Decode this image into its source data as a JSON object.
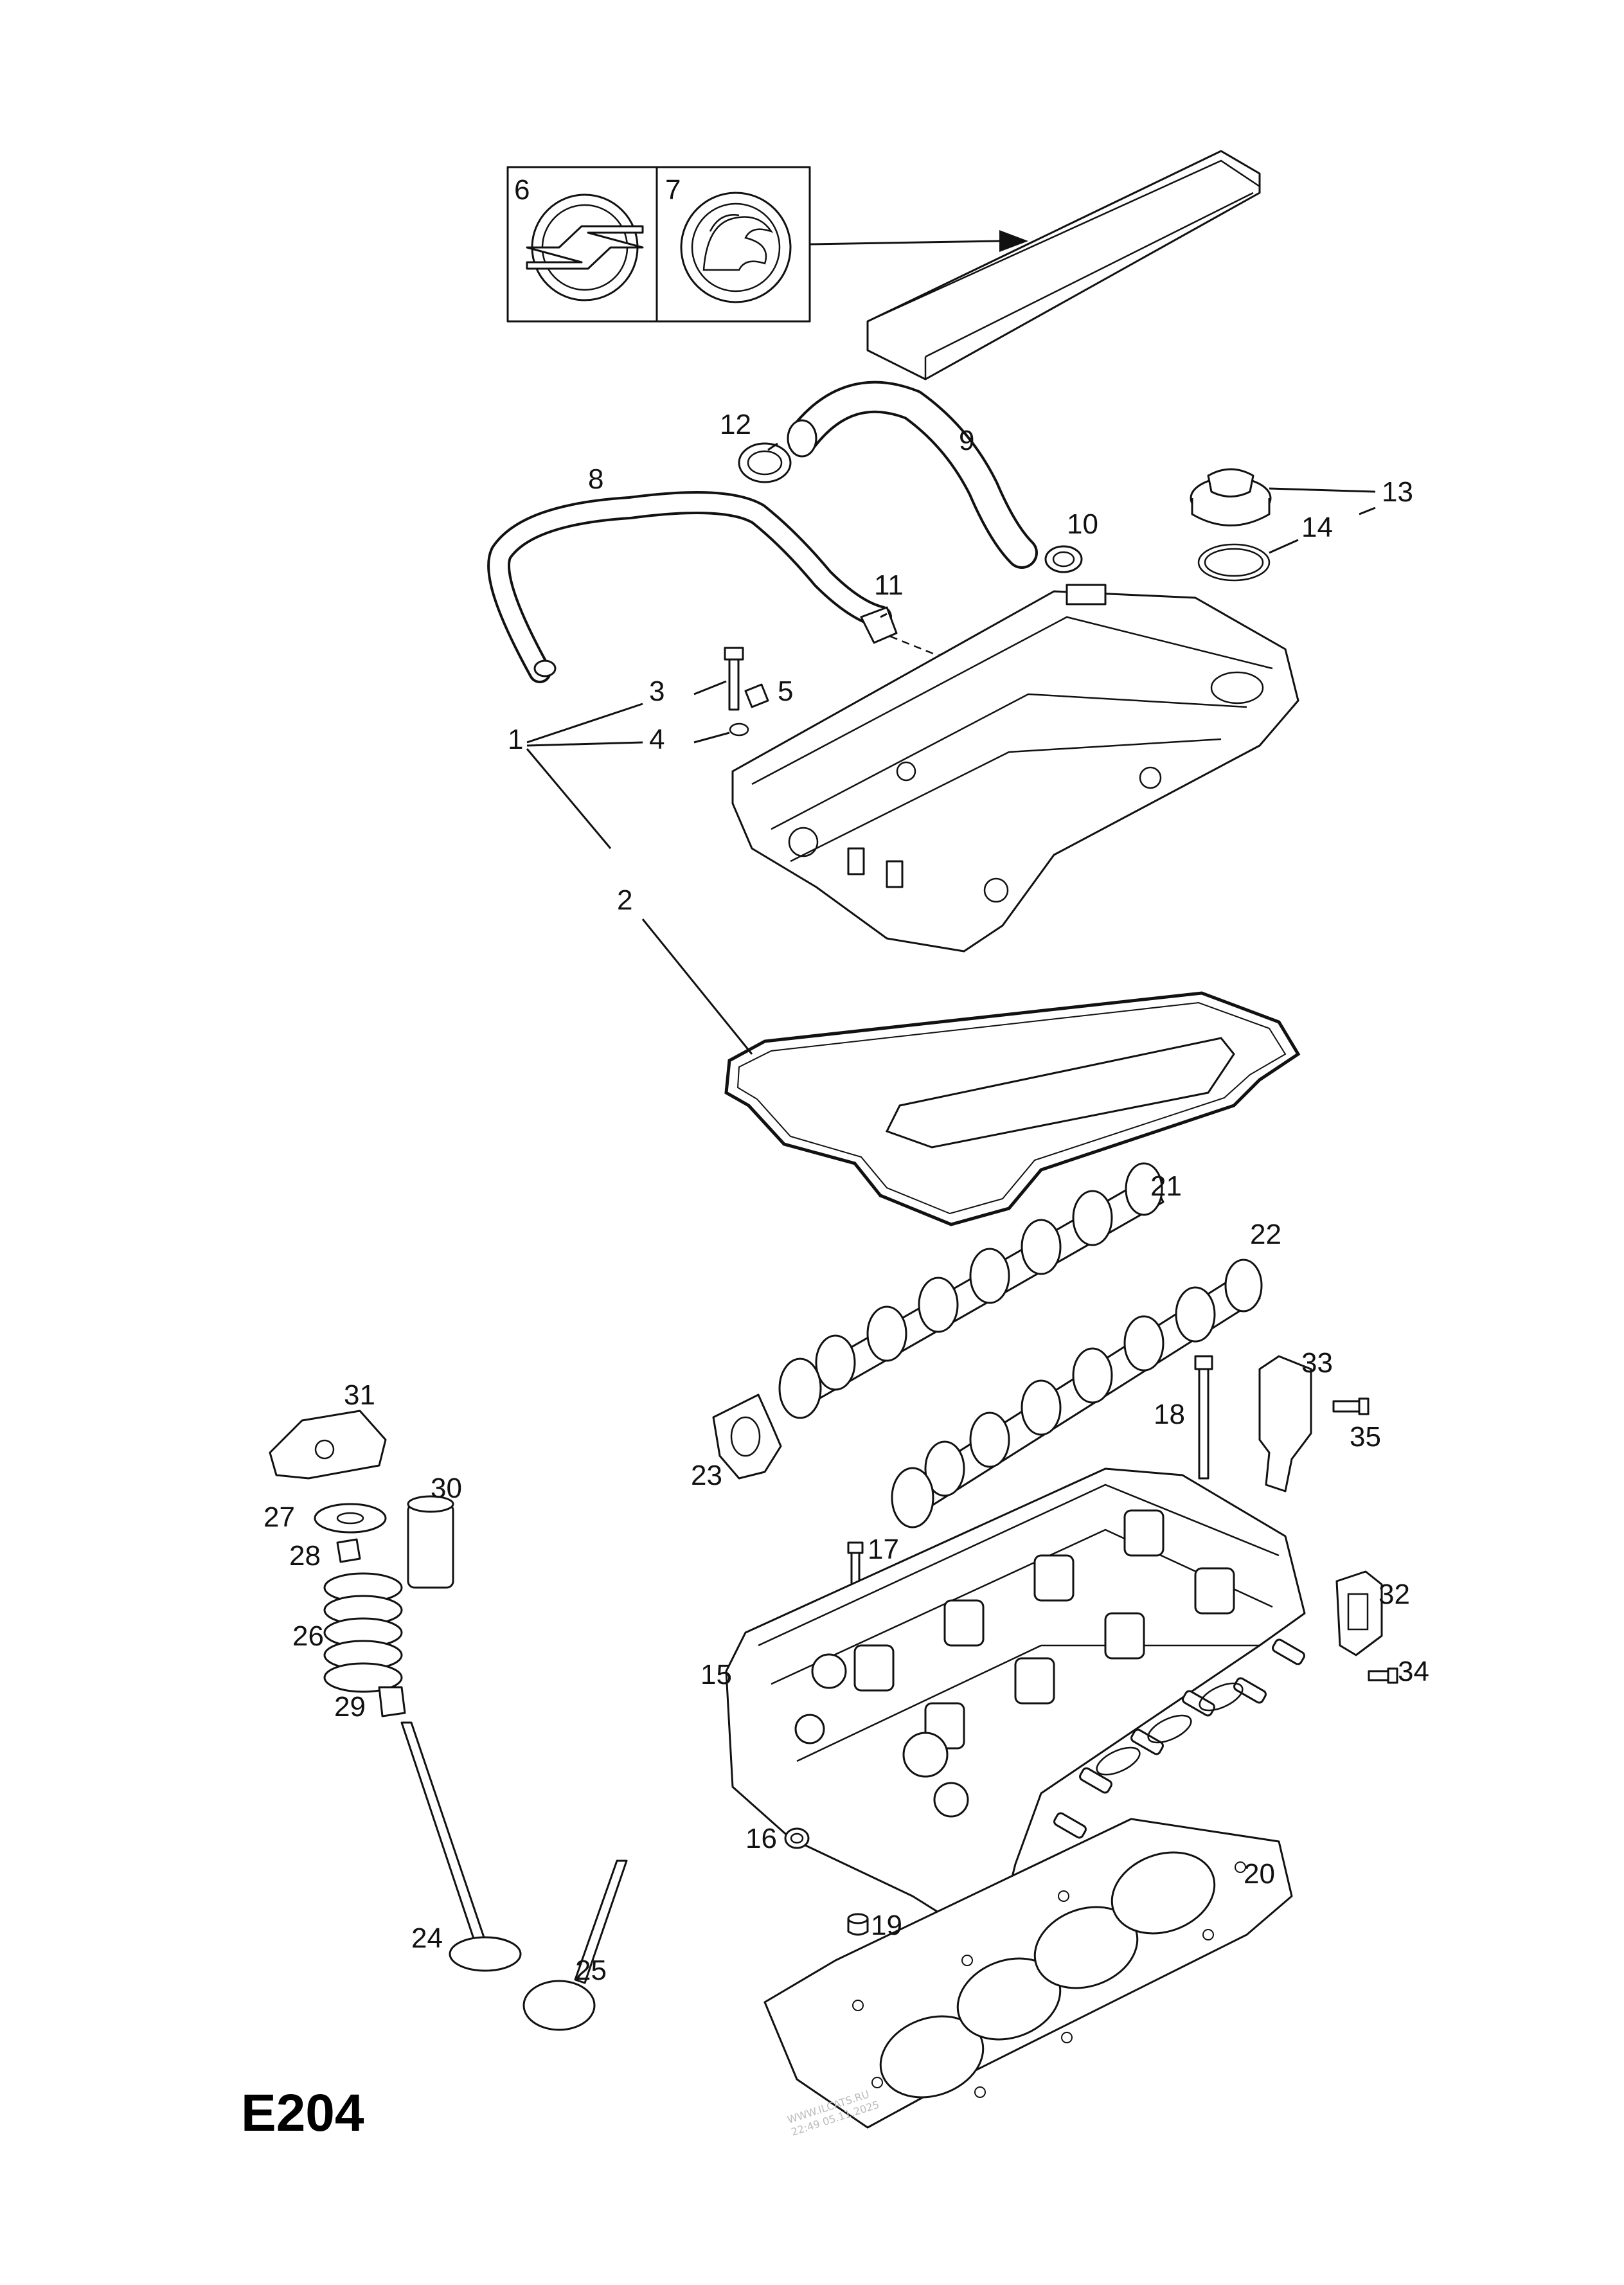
{
  "diagram_code": "E204",
  "watermark": [
    "WWW.ILCATS.RU",
    "22:49 05.11.2025"
  ],
  "callouts": {
    "c1": "1",
    "c2": "2",
    "c3": "3",
    "c4": "4",
    "c5": "5",
    "c6": "6",
    "c7": "7",
    "c8": "8",
    "c9": "9",
    "c10": "10",
    "c11": "11",
    "c12": "12",
    "c13": "13",
    "c14": "14",
    "c15": "15",
    "c16": "16",
    "c17": "17",
    "c18": "18",
    "c19": "19",
    "c20": "20",
    "c21": "21",
    "c22": "22",
    "c23": "23",
    "c24": "24",
    "c25": "25",
    "c26": "26",
    "c27": "27",
    "c28": "28",
    "c29": "29",
    "c30": "30",
    "c31": "31",
    "c32": "32",
    "c33": "33",
    "c34": "34",
    "c35": "35"
  }
}
